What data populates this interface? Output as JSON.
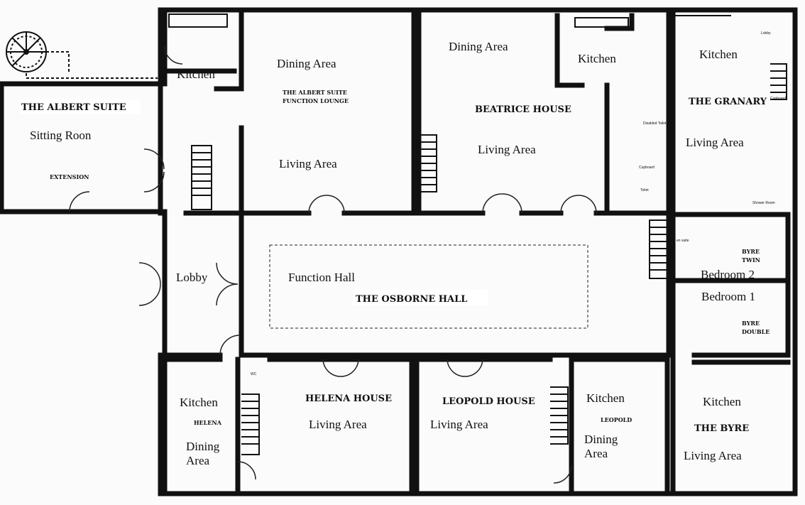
{
  "title": "Floor plan",
  "albert_suite": {
    "name": "THE ALBERT SUITE",
    "room": "Sitting Roon",
    "extension": "EXTENSION",
    "kitchen": "Kitchen"
  },
  "albert_lounge": {
    "dining": "Dining Area",
    "name_line1": "THE ALBERT SUITE",
    "name_line2": "FUNCTION LOUNGE",
    "living": "Living Area"
  },
  "beatrice": {
    "dining": "Dining Area",
    "kitchen": "Kitchen",
    "name": "BEATRICE HOUSE",
    "living": "Living Area"
  },
  "granary": {
    "kitchen": "Kitchen",
    "name": "THE GRANARY",
    "living": "Living Area",
    "lobby": "Lobby",
    "cupboard": "Cupboard",
    "shower": "Shower Room"
  },
  "facilities": {
    "disabled_toilet": "Disabled Toilet",
    "cupboard": "Cupboard",
    "toilet": "Toilet",
    "wc": "WC",
    "en_suite": "en suite"
  },
  "lobby": "Lobby",
  "hall": {
    "label": "Function Hall",
    "name": "THE OSBORNE HALL"
  },
  "byre_rooms": {
    "twin": [
      "BYRE",
      "TWIN"
    ],
    "bedroom2": "Bedroom 2",
    "bedroom1": "Bedroom 1",
    "double": [
      "BYRE",
      "DOUBLE"
    ]
  },
  "helena": {
    "kitchen": "Kitchen",
    "tag": "HELENA",
    "dining": "Dining",
    "area": "Area",
    "name": "HELENA HOUSE",
    "living": "Living Area"
  },
  "leopold": {
    "name": "LEOPOLD HOUSE",
    "living": "Living Area",
    "kitchen": "Kitchen",
    "tag": "LEOPOLD",
    "dining": "Dining",
    "area": "Area"
  },
  "byre": {
    "kitchen": "Kitchen",
    "name": "THE BYRE",
    "living": "Living Area"
  }
}
